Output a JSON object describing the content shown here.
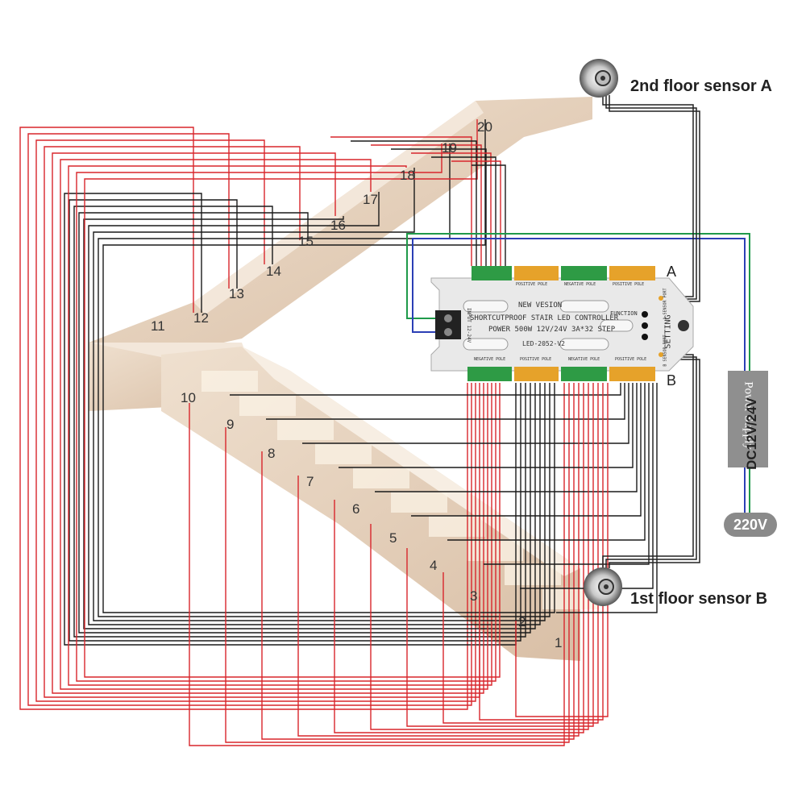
{
  "sensors": {
    "top_label": "2nd floor sensor A",
    "bottom_label": "1st floor sensor B"
  },
  "controller": {
    "side_a": "A",
    "side_b": "B",
    "line1": "NEW VESION",
    "line2": "SHORTCUTPROOF STAIR LED CONTROLLER",
    "line3": "POWER 500W 12V/24V 3A*32 STEP",
    "model": "LED-2052-V2",
    "function_label": "FUNCTION",
    "setting_label": "SETTING",
    "input_label": "INPUT 12-24V",
    "top_terminal_labels": [
      "POSITIVE POLE",
      "NEGATIVE POLE",
      "POSITIVE POLE"
    ],
    "bottom_terminal_labels": [
      "NEGATIVE POLE",
      "POSITIVE POLE",
      "NEGATIVE POLE",
      "POSITIVE POLE"
    ],
    "sensor_port_a": "A SENSOR PORT",
    "sensor_port_b": "B SENSOR PORT"
  },
  "power": {
    "supply_label": "Power Supply",
    "dc_label": "DC12V/24V",
    "mains_label": "220V"
  },
  "steps": [
    "1",
    "2",
    "3",
    "4",
    "5",
    "6",
    "7",
    "8",
    "9",
    "10",
    "11",
    "12",
    "13",
    "14",
    "15",
    "16",
    "17",
    "18",
    "19",
    "20"
  ],
  "colors": {
    "positive_wire": "#d8262c",
    "negative_wire": "#1a1a1a",
    "power_green": "#1f9a4a",
    "power_blue": "#2b3fb5",
    "terminal_green": "#2e9b45",
    "terminal_orange": "#e6a22a",
    "stair": "#e4cdb6",
    "controller_body": "#e9e9e9"
  }
}
